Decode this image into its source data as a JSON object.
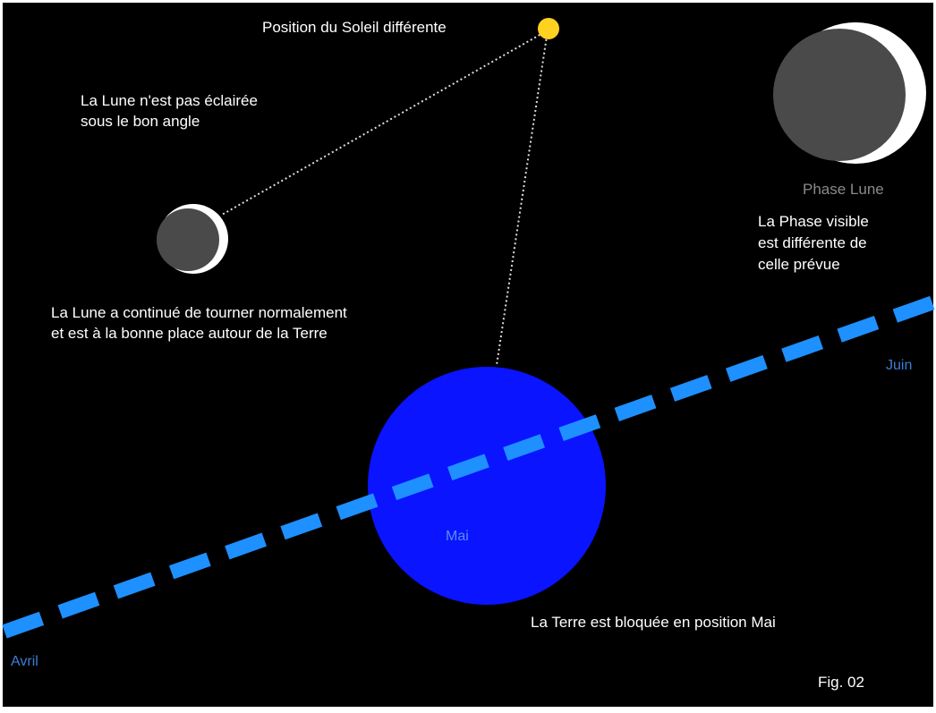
{
  "labels": {
    "sun": "Position du Soleil différente",
    "moon_lighting_line1": "La Lune n'est pas éclairée",
    "moon_lighting_line2": "sous le bon angle",
    "moon_orbit_line1": "La Lune a continué de tourner normalement",
    "moon_orbit_line2": "et est à la bonne place autour de la Terre",
    "phase_title": "Phase Lune",
    "phase_note_line1": "La Phase visible",
    "phase_note_line2": "est différente de",
    "phase_note_line3": "celle prévue",
    "earth_note": "La Terre est bloquée en position Mai",
    "month_april": "Avril",
    "month_may": "Mai",
    "month_june": "Juin",
    "figure": "Fig. 02"
  },
  "colors": {
    "background": "#000000",
    "earth": "#0a14ff",
    "orbit": "#1e90ff",
    "sun": "#ffd21f",
    "moon_dark": "#4a4a4a",
    "moon_lit": "#ffffff"
  }
}
